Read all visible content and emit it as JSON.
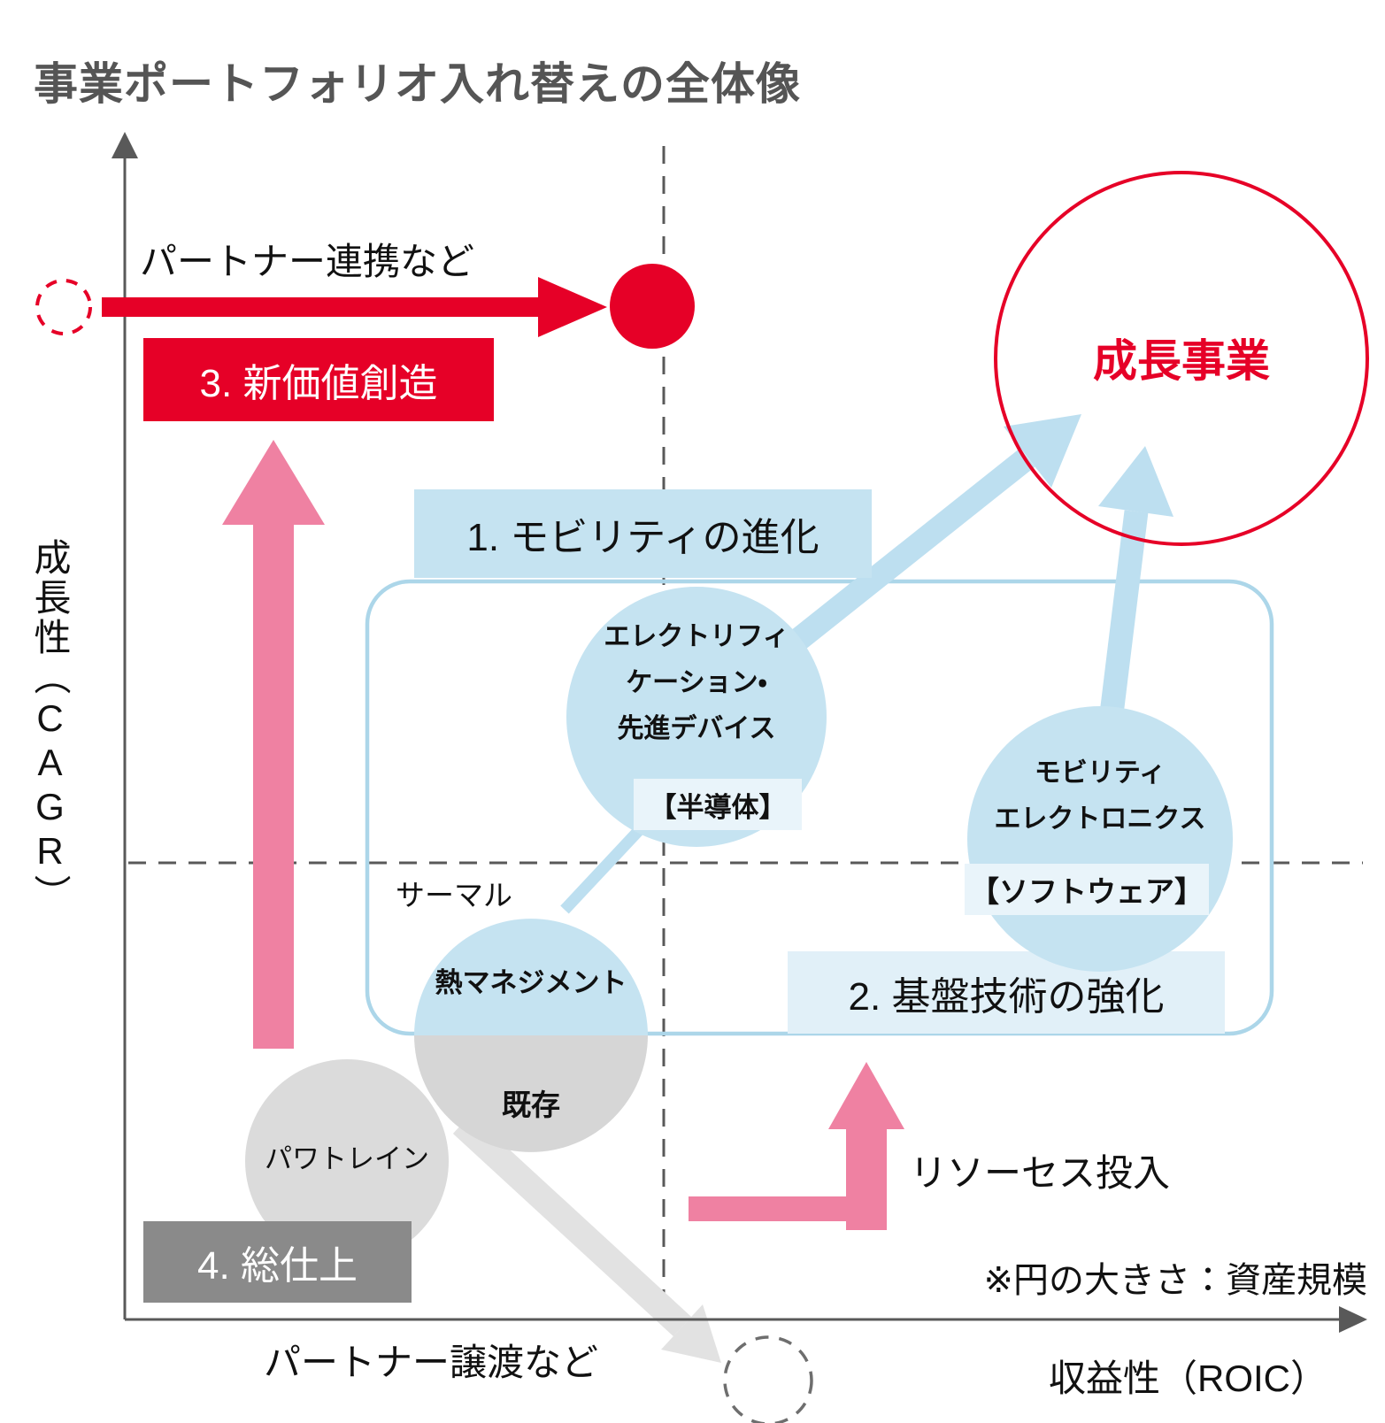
{
  "title": "事業ポートフォリオ入れ替えの全体像",
  "axes": {
    "y": "成長性（CAGR）",
    "x": "収益性（ROIC）"
  },
  "note": "※円の大きさ：資産規模",
  "callouts": {
    "partner_alliance": "パートナー連携など",
    "partner_transfer": "パートナー譲渡など",
    "resources": "リソーセス投入",
    "thermal": "サーマル"
  },
  "steps": {
    "s1": "1. モビリティの進化",
    "s2": "2. 基盤技術の強化",
    "s3": "3. 新価値創造",
    "s4": "4. 総仕上"
  },
  "growth": "成長事業",
  "circles": {
    "electrification": {
      "l1": "エレクトリフィ",
      "l2": "ケーション・",
      "l3": "先進デバイス",
      "tag": "【半導体】"
    },
    "mobility": {
      "l1": "モビリティ",
      "l2": "エレクトロニクス",
      "tag": "【ソフトウェア】"
    },
    "thermal_mgmt": "熱マネジメント",
    "existing": "既存",
    "powertrain": "パワトレイン"
  },
  "colors": {
    "red": "#E60027",
    "pink": "#EF81A2",
    "light_blue": "#C5E3F1",
    "pale_blue": "#E1F0F8",
    "tag_blue": "#E9F4FA",
    "arrow_blue": "#BDDFF0",
    "frame_blue": "#ACD6E9",
    "light_gray": "#DBDBDB",
    "mid_gray": "#8A8A8A",
    "axis_gray": "#595959",
    "text": "#111111"
  }
}
